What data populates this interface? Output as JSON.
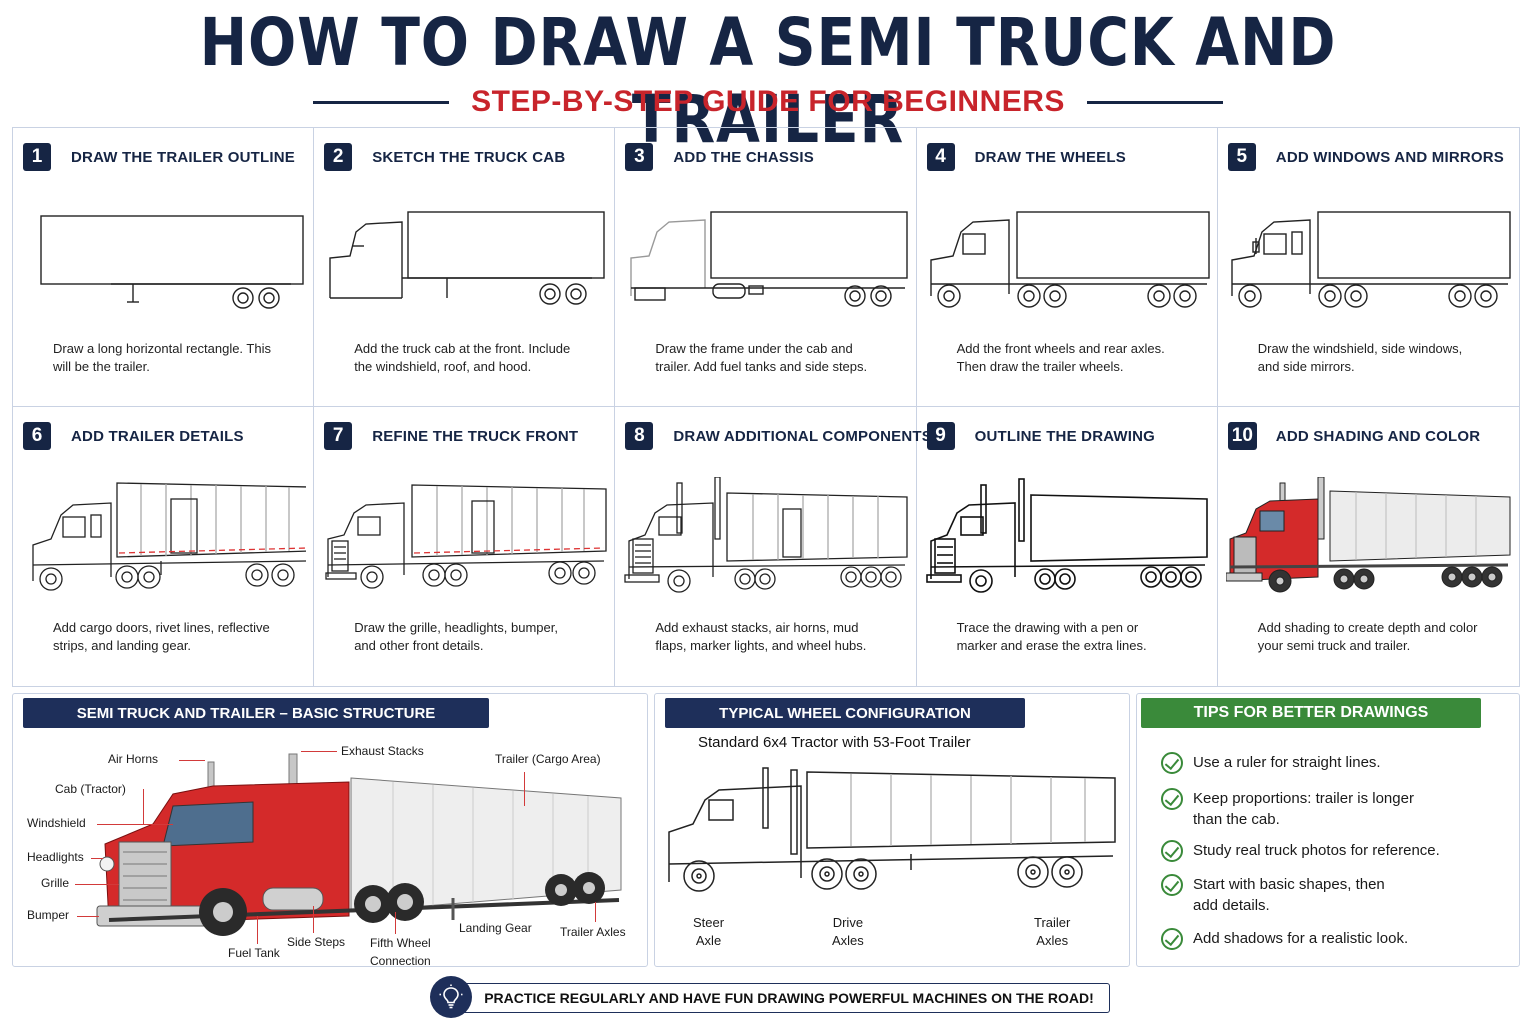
{
  "header": {
    "title": "HOW TO DRAW A SEMI TRUCK AND TRAILER",
    "subtitle": "STEP-BY-STEP GUIDE FOR BEGINNERS"
  },
  "steps": [
    {
      "num": "1",
      "title": "DRAW THE TRAILER OUTLINE",
      "desc": "Draw a long horizontal rectangle. This will be the trailer."
    },
    {
      "num": "2",
      "title": "SKETCH THE TRUCK CAB",
      "desc": "Add the truck cab at the front. Include the windshield, roof, and hood."
    },
    {
      "num": "3",
      "title": "ADD THE CHASSIS",
      "desc": "Draw the frame under the cab and trailer. Add fuel tanks and side steps."
    },
    {
      "num": "4",
      "title": "DRAW THE WHEELS",
      "desc": "Add the front wheels and rear axles. Then draw the trailer wheels."
    },
    {
      "num": "5",
      "title": "ADD WINDOWS AND MIRRORS",
      "desc": "Draw the windshield, side windows, and side mirrors."
    },
    {
      "num": "6",
      "title": "ADD TRAILER DETAILS",
      "desc": "Add cargo doors, rivet lines, reflective strips, and landing gear."
    },
    {
      "num": "7",
      "title": "REFINE THE TRUCK FRONT",
      "desc": "Draw the grille, headlights, bumper, and other front details."
    },
    {
      "num": "8",
      "title": "DRAW ADDITIONAL COMPONENTS",
      "desc": "Add exhaust stacks, air horns, mud flaps, marker lights, and wheel hubs."
    },
    {
      "num": "9",
      "title": "OUTLINE THE DRAWING",
      "desc": "Trace the drawing with a pen or marker and erase the extra lines."
    },
    {
      "num": "10",
      "title": "ADD SHADING AND COLOR",
      "desc": "Add shading to create depth and color your semi truck and trailer."
    }
  ],
  "structure": {
    "heading": "SEMI TRUCK AND TRAILER – BASIC STRUCTURE",
    "labels": {
      "air_horns": "Air Horns",
      "exhaust_stacks": "Exhaust Stacks",
      "trailer_cargo": "Trailer (Cargo Area)",
      "cab": "Cab (Tractor)",
      "windshield": "Windshield",
      "headlights": "Headlights",
      "grille": "Grille",
      "bumper": "Bumper",
      "fuel_tank": "Fuel Tank",
      "side_steps": "Side Steps",
      "fifth_wheel_1": "Fifth Wheel",
      "fifth_wheel_2": "Connection",
      "landing_gear": "Landing Gear",
      "trailer_axles": "Trailer Axles"
    }
  },
  "wheels": {
    "heading": "TYPICAL WHEEL CONFIGURATION",
    "caption": "Standard 6x4 Tractor with 53-Foot Trailer",
    "axles": [
      {
        "line1": "Steer",
        "line2": "Axle"
      },
      {
        "line1": "Drive",
        "line2": "Axles"
      },
      {
        "line1": "Trailer",
        "line2": "Axles"
      }
    ]
  },
  "tips": {
    "heading": "TIPS FOR BETTER DRAWINGS",
    "items": [
      {
        "line1": "Use a ruler for straight lines.",
        "line2": ""
      },
      {
        "line1": "Keep proportions: trailer is longer",
        "line2": "than the cab."
      },
      {
        "line1": "Study real truck photos for reference.",
        "line2": ""
      },
      {
        "line1": "Start with basic shapes, then",
        "line2": "add details."
      },
      {
        "line1": "Add shadows for a realistic look.",
        "line2": ""
      }
    ]
  },
  "footer": {
    "message": "PRACTICE REGULARLY AND HAVE FUN DRAWING POWERFUL MACHINES ON THE ROAD!",
    "icon": "lightbulb-icon"
  },
  "colors": {
    "navy": "#162544",
    "red": "#c8242b",
    "green": "#3a8a3a",
    "truck_red": "#d42a2a"
  }
}
